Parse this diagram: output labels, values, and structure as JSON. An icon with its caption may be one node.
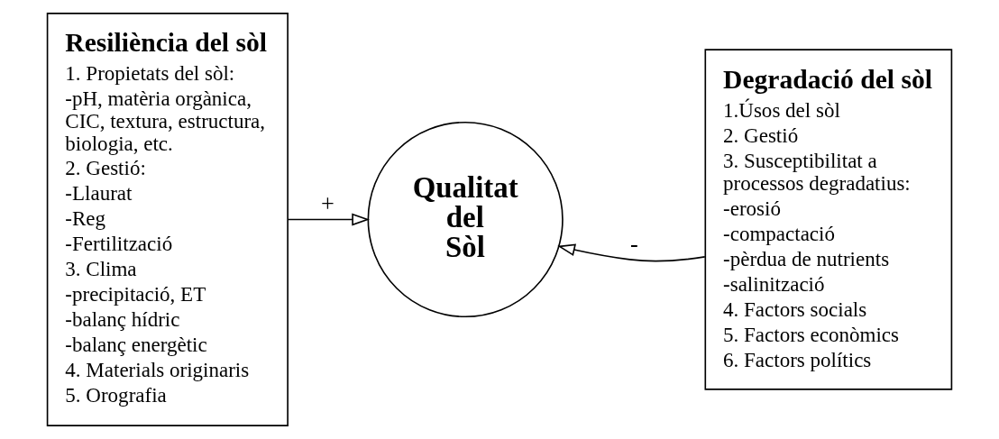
{
  "diagram": {
    "nodes": [
      {
        "text": [
          "Resiliència del sòl",
          "1. Propietats del sòl:",
          "-pH, matèria orgànica, CIC, textura, estructura, biologia, etc.",
          "2. Gestió:",
          "-Llaurat",
          "-Reg",
          "-Fertilització",
          "3. Clima",
          "-precipitació, ET",
          "-balanç hídric",
          "-balanç energètic",
          "4. Materials originaris",
          "5. Orografia"
        ]
      },
      {
        "text": [
          "Qualitat del Sòl"
        ]
      },
      {
        "text": [
          "Degradació del sòl",
          "1.Úsos del sòl",
          "2. Gestió",
          "3. Susceptibilitat a processos degradatius:",
          "-erosió",
          "-compactació",
          "-pèrdua de nutrients",
          "-salinització",
          "4. Factors socials",
          "5. Factors econòmics",
          "6. Factors polítics"
        ]
      }
    ],
    "edges": [
      {
        "from": 0,
        "to": 1,
        "arrow": "to",
        "label": "+"
      },
      {
        "from": 2,
        "to": 1,
        "arrow": "to",
        "label": "-"
      }
    ]
  }
}
